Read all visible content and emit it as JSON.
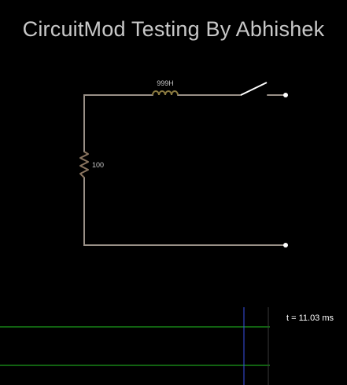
{
  "title": "CircuitMod Testing By Abhishek",
  "circuit": {
    "inductor": {
      "label": "999H"
    },
    "resistor": {
      "label": "100"
    },
    "switch": {
      "state": "open"
    },
    "terminals": 2
  },
  "scope": {
    "time_label": "t = 11.03 ms"
  },
  "colors": {
    "background": "#000000",
    "wire": "#999087",
    "inductor": "#8a7a40",
    "resistor": "#8a7560",
    "trace": "#22c422",
    "cursor": "#3a50e8",
    "title": "#c8c8c8"
  }
}
